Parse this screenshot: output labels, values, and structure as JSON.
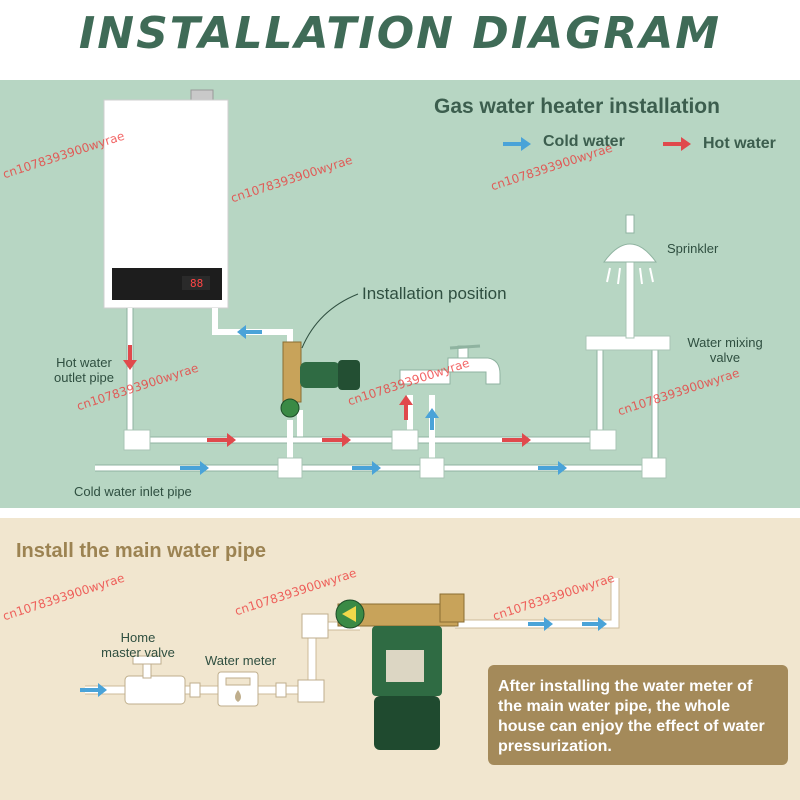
{
  "title": "INSTALLATION DIAGRAM",
  "top_section": {
    "heading": "Gas water heater installation",
    "legend": {
      "cold": "Cold water",
      "hot": "Hot water"
    },
    "labels": {
      "installation_position": "Installation position",
      "sprinkler": "Sprinkler",
      "water_mixing_valve": "Water mixing\nvalve",
      "hot_water_outlet_pipe": "Hot water\noutlet pipe",
      "cold_water_inlet_pipe": "Cold water inlet pipe"
    },
    "heater_display": "88"
  },
  "bottom_section": {
    "heading": "Install the main water pipe",
    "labels": {
      "home_master_valve": "Home\nmaster valve",
      "water_meter": "Water meter"
    },
    "note": "After installing the water meter of the main water pipe, the whole house can enjoy the effect of water pressurization."
  },
  "watermark": "cn1078393900wyrae",
  "colors": {
    "title": "#3f6b57",
    "top_bg": "#b7d6c3",
    "bottom_bg": "#f1e6cf",
    "cold_arrow": "#4aa3d8",
    "hot_arrow": "#e0494c",
    "note_bg": "#a48a5a",
    "pump_green": "#2f6b43"
  }
}
